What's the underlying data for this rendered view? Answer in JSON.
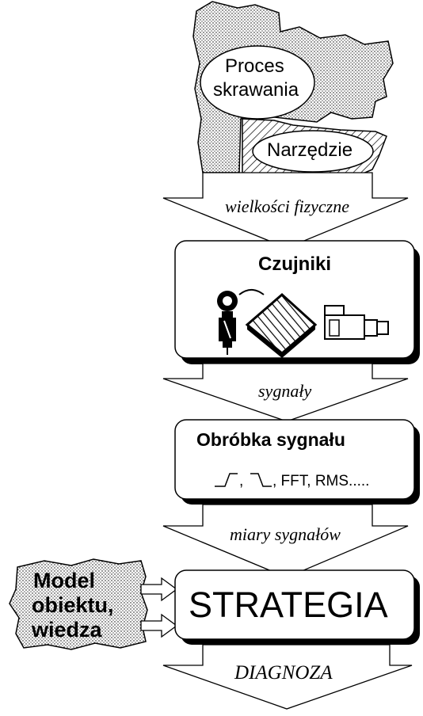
{
  "process": {
    "ellipse_label_line1": "Proces",
    "ellipse_label_line2": "skrawania",
    "tool_label": "Narzędzie"
  },
  "arrows": {
    "physical_quantities": "wielkości fizyczne",
    "signals": "sygnały",
    "signal_measures": "miary sygnałów",
    "diagnosis": "DIAGNOZA"
  },
  "sensors_box": {
    "title": "Czujniki",
    "icons": [
      "clamp-sensor-icon",
      "dynamometer-plate-icon",
      "accelerometer-icon"
    ]
  },
  "processing_box": {
    "title": "Obróbka sygnału",
    "methods_suffix": ", FFT, RMS.....",
    "separator": ","
  },
  "strategy_box": {
    "title": "STRATEGIA"
  },
  "model": {
    "line1": "Model",
    "line2": "obiektu,",
    "line3": "wiedza"
  },
  "colors": {
    "stroke": "#000000",
    "fill": "#ffffff",
    "shadow": "#000000",
    "stipple": "#000000"
  }
}
